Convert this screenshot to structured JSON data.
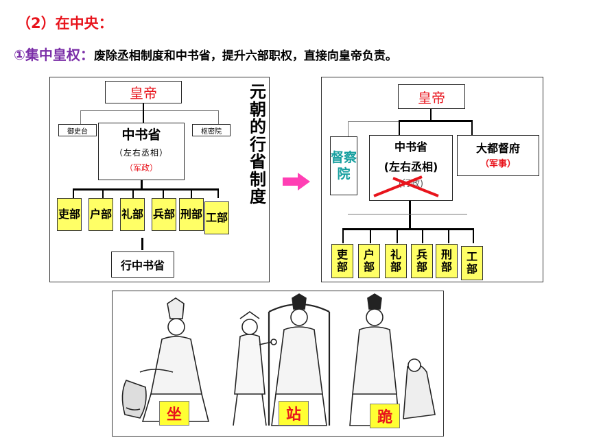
{
  "heading": "（2）在中央：",
  "subline": {
    "lead": "①集中皇权：",
    "rest": "废除丞相制度和中书省，提升六部职权，直接向皇帝负责。"
  },
  "left": {
    "emperor": "皇帝",
    "censorate": "御史台",
    "privy_council": "枢密院",
    "secretariat": "中书省",
    "chancellors": "（左右丞相）",
    "scope": "（军政）",
    "ministries": [
      "吏部",
      "户部",
      "礼部",
      "兵部",
      "刑部",
      "工部"
    ],
    "provincial": "行中书省",
    "title": [
      "元",
      "朝",
      "的",
      "行",
      "省",
      "制",
      "度"
    ]
  },
  "right": {
    "emperor": "皇帝",
    "censorate": "督察院",
    "secretariat": "中书省",
    "chancellors": "(左右丞相)",
    "scope": "(行政)",
    "military": "大都督府",
    "military_scope": "（军事）",
    "ministries": [
      "吏部",
      "户部",
      "礼部",
      "兵部",
      "刑部",
      "工部"
    ]
  },
  "bottom": {
    "labels": [
      "坐",
      "站",
      "跪"
    ]
  },
  "colors": {
    "accent_red": "#e8141c",
    "purple": "#7b2fa8",
    "teal": "#18a0a0",
    "yellow": "#ffff66",
    "arrow_pink": "#ff3fb4"
  }
}
